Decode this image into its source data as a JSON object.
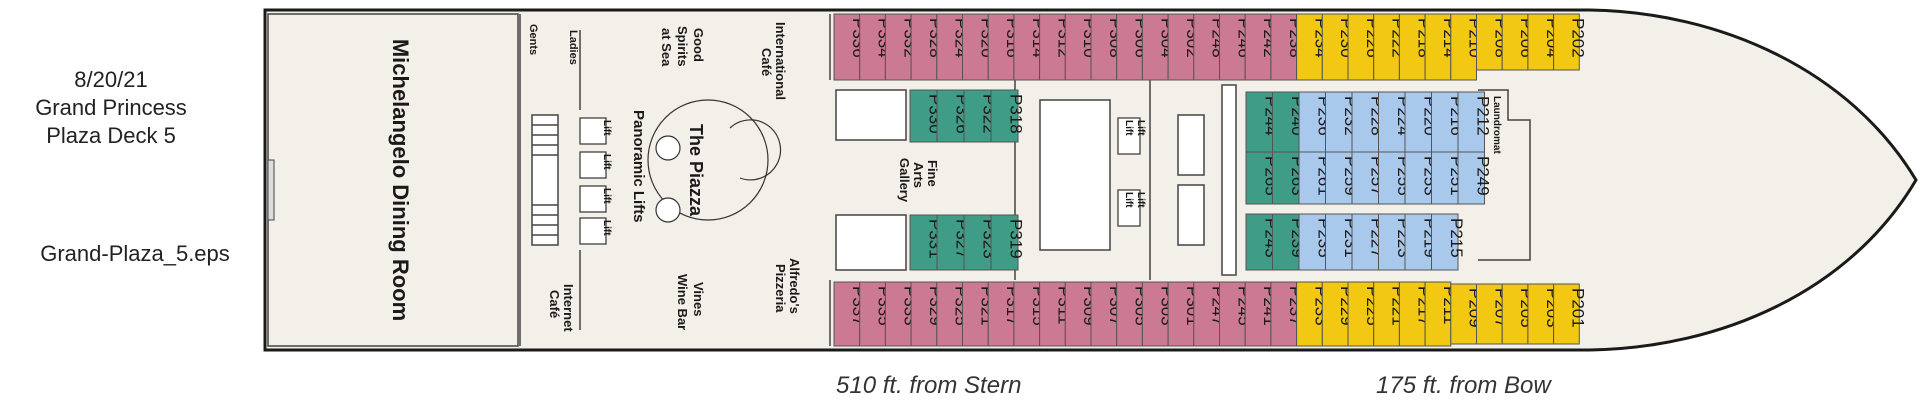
{
  "header": {
    "date": "8/20/21",
    "ship": "Grand Princess",
    "deck": "Plaza Deck 5",
    "file": "Grand-Plaza_5.eps"
  },
  "distances": {
    "stern": "510 ft.  from Stern",
    "bow": "175 ft.  from Bow"
  },
  "colors": {
    "pink": "#cc7a93",
    "yellow": "#f2c812",
    "teal": "#3f9c86",
    "blue": "#a9c9ec",
    "hull": "#f3efe9",
    "dot": "#b3122a"
  },
  "rooms": {
    "dining": "Michelangelo Dining Room",
    "ladies": "Ladies",
    "gents": "Gents",
    "good_spirits": [
      "Good",
      "Spirits",
      "at Sea"
    ],
    "intl_cafe": [
      "International",
      "Café"
    ],
    "piazza": "The Piazza",
    "lifts_label": "Panoramic Lifts",
    "lift": "Lift",
    "gallery": [
      "Fine",
      "Arts",
      "Gallery"
    ],
    "laundromat": "Laundromat",
    "alfredos": [
      "Alfredo's",
      "Pizzeria"
    ],
    "vines": [
      "Vines",
      "Wine Bar"
    ],
    "internet": [
      "Internet",
      "Café"
    ]
  },
  "cabins": {
    "top_pink": [
      "P336",
      "P334",
      "P332",
      "P328",
      "P324",
      "P320",
      "P316",
      "P314",
      "P312",
      "P310",
      "P308",
      "P306",
      "P304",
      "P302",
      "P248",
      "P246",
      "P242",
      "P238"
    ],
    "top_yellow": [
      "P234",
      "P230",
      "P226",
      "P222",
      "P218",
      "P214",
      "P210",
      "P208",
      "P206",
      "P204",
      "P202"
    ],
    "bottom_pink": [
      "P337",
      "P335",
      "P333",
      "P329",
      "P325",
      "P321",
      "P317",
      "P315",
      "P311",
      "P309",
      "P307",
      "P305",
      "P303",
      "P301",
      "P247",
      "P245",
      "P241",
      "P237"
    ],
    "bottom_yellow": [
      "P233",
      "P229",
      "P225",
      "P221",
      "P217",
      "P211",
      "P209",
      "P207",
      "P205",
      "P203",
      "P201"
    ],
    "teal_upper": [
      "P330",
      "P326",
      "P322",
      "P318"
    ],
    "teal_lower": [
      "P331",
      "P327",
      "P323",
      "P319"
    ],
    "mid_row1": [
      "P244",
      "P240",
      "P236",
      "P232",
      "P228",
      "P224",
      "P220",
      "P216",
      "P212"
    ],
    "mid_row2": [
      "P265",
      "P263",
      "P261",
      "P259",
      "P257",
      "P255",
      "P253",
      "P251",
      "P249"
    ],
    "mid_row3": [
      "P243",
      "P239",
      "P235",
      "P231",
      "P227",
      "P223",
      "P219",
      "P215"
    ]
  }
}
